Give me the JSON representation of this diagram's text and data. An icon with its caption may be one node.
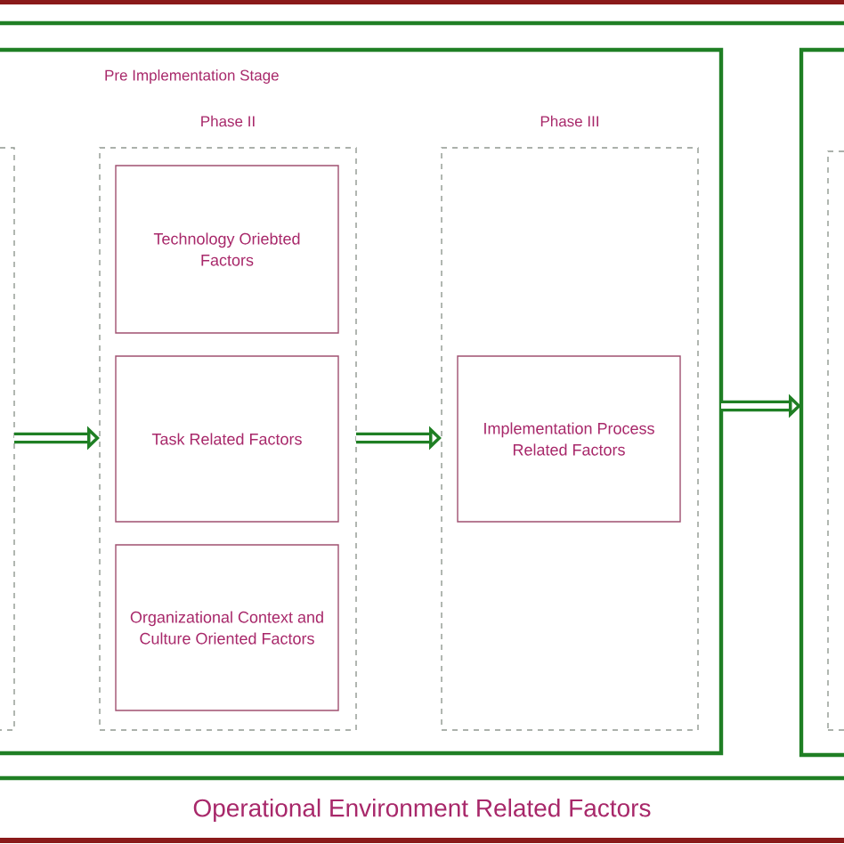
{
  "diagram": {
    "nodes": [
      {
        "text": [
          "Operational Environment Related Factors"
        ]
      },
      {
        "text": [],
        "shape": "box",
        "in": 0
      },
      {
        "text": [
          "Pre Implementation Stage"
        ],
        "in": 1
      },
      {
        "text": [],
        "shape": "box",
        "in": 2
      },
      {
        "text": [
          "Phase II"
        ],
        "in": 2
      },
      {
        "text": [
          "Technology Oriebted Factors"
        ],
        "in": 4
      },
      {
        "text": [
          "Task Related Factors"
        ],
        "in": 4
      },
      {
        "text": [
          "Organizational Context and Culture Oriented Factors"
        ],
        "in": 4
      },
      {
        "text": [
          "Phase III"
        ],
        "in": 2
      },
      {
        "text": [
          "Implementation Process Related Factors"
        ],
        "in": 8
      },
      {
        "text": [],
        "shape": "box",
        "in": 1
      },
      {
        "text": [],
        "shape": "box",
        "in": 10
      }
    ],
    "edges": [
      {
        "from": 3,
        "to": 4,
        "arrow": "to"
      },
      {
        "from": 4,
        "to": 8,
        "arrow": "to"
      },
      {
        "from": 2,
        "to": 10,
        "arrow": "to"
      }
    ]
  }
}
